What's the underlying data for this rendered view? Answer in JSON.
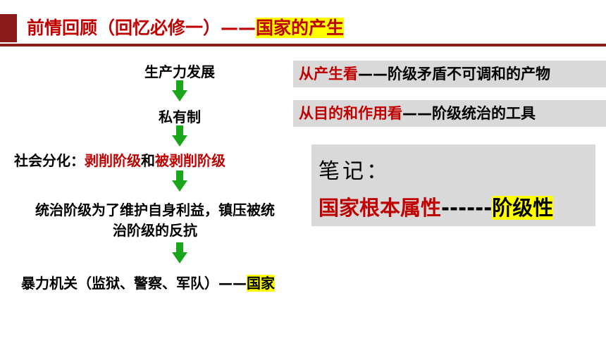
{
  "header": {
    "title_prefix": "前情回顾（回忆必修一）——",
    "title_highlight": "国家的产生"
  },
  "flow": {
    "step1": "生产力发展",
    "step2": "私有制",
    "step3_prefix": "社会分化：",
    "step3_red1": "剥削阶级",
    "step3_mid": "和",
    "step3_red2": "被剥削阶级",
    "step4_line1": "统治阶级为了维护自身利益，镇压被统",
    "step4_line2": "治阶级的反抗",
    "step5_prefix": "暴力机关（监狱、警察、军队）——",
    "step5_highlight": "国家"
  },
  "boxes": {
    "box1_red": "从产生看",
    "box1_rest": "——阶级矛盾不可调和的产物",
    "box2_red": "从目的和作用看",
    "box2_rest": "——阶级统治的工具"
  },
  "note": {
    "title": "笔记：",
    "text_red": "国家根本属性",
    "text_dash": "------",
    "text_highlight": "阶级性"
  },
  "colors": {
    "accent": "#8b1a1a",
    "red": "#c00000",
    "arrow": "#1aa61a",
    "highlight": "#ffff00",
    "box_bg": "#d9d9d9"
  }
}
